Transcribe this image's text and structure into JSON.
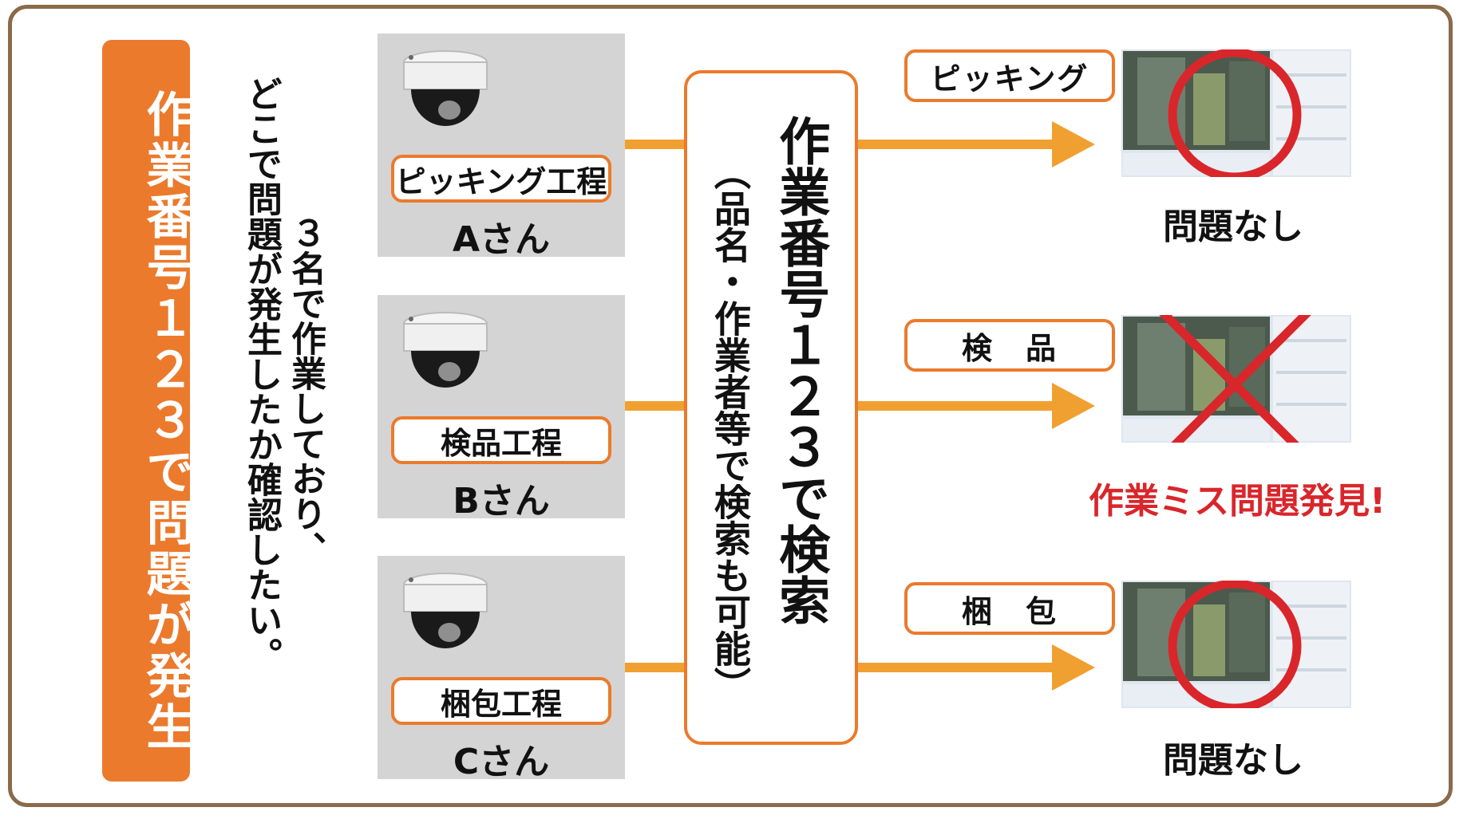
{
  "title": "作業番号１２３で問題が発生",
  "description": [
    "３名で作業しており、",
    "どこで問題が発生したか確認したい。"
  ],
  "cameras": [
    {
      "process": "ピッキング工程",
      "person": "Aさん"
    },
    {
      "process": "検品工程",
      "person": "Bさん"
    },
    {
      "process": "梱包工程",
      "person": "Cさん"
    }
  ],
  "search": {
    "main": "作業番号１２３で検索",
    "sub": "（品名・作業者等で検索も可能）"
  },
  "steps": [
    {
      "label": "ピッキング",
      "result": "問題なし",
      "mark": "circle"
    },
    {
      "label": "検　品",
      "result": "作業ミス問題発見!",
      "mark": "cross"
    },
    {
      "label": "梱　包",
      "result": "問題なし",
      "mark": "circle"
    }
  ],
  "colors": {
    "accent": "#eb7a2c",
    "arrow": "#f0a030",
    "mark": "#d9262b",
    "frame": "#8a6a4a"
  }
}
